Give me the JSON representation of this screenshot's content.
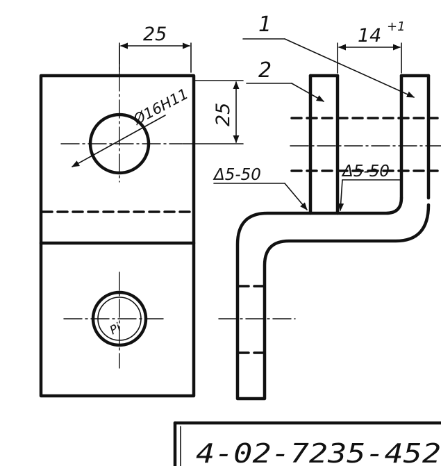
{
  "dimensions": {
    "horizontal_left": "25",
    "vertical_left": "25",
    "hole_diameter": "Ø16H11",
    "slot_width": "14",
    "slot_width_tolerance": "+1"
  },
  "weld_notes": {
    "left": "Δ5-50",
    "right": "Δ5-50"
  },
  "leaders": {
    "part_1": "1",
    "part_2": "2"
  },
  "lower_hole_mark": "Pi",
  "title_block": {
    "code": "4-02-7235-452"
  }
}
